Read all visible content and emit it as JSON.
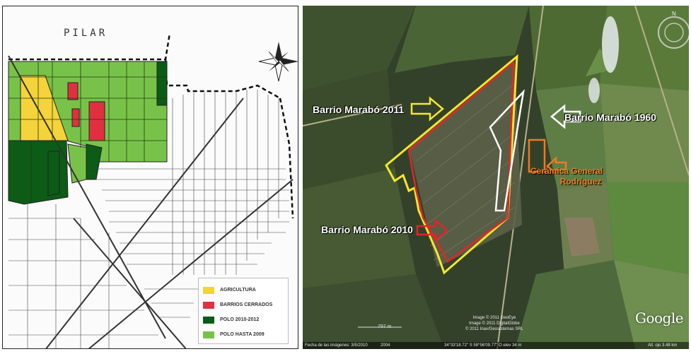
{
  "left_map": {
    "place_label": "PILAR",
    "legend": [
      {
        "label": "AGRICULTURA",
        "color": "#f5d33a"
      },
      {
        "label": "BARRIOS CERRADOS",
        "color": "#e0303f"
      },
      {
        "label": "POLO 2010-2012",
        "color": "#0c5b16"
      },
      {
        "label": "POLO HASTA 2009",
        "color": "#79c24a"
      }
    ],
    "compass_icon": "north-arrow-icon"
  },
  "right_map": {
    "callouts": {
      "marabo_2011": "Barrio Marabó 2011",
      "marabo_1960": "Barrio Marabó 1960",
      "marabo_2010": "Barrio Marabó 2010",
      "ceramica": "Cerámica General",
      "ceramica_2": "Rodríguez"
    },
    "colors": {
      "marabo_2011": "#f4e72d",
      "marabo_2010": "#e0262a",
      "marabo_1960": "#ffffff",
      "ceramica": "#f07a20"
    },
    "credits": [
      "Image © 2011 GeoEye",
      "Image © 2011 DigitalGlobe",
      "© 2011 Inav/Geosistemas SRL"
    ],
    "scale_label": "797 m",
    "logo": "Google",
    "status_bar": {
      "imagery_date": "Fecha de las imágenes: 3/5/2010",
      "year": "2004",
      "coords": "34°33'18.72\" S  58°56'09.77\" O  elev   34 m",
      "alt": "Alt. ojo   3.48 km"
    }
  }
}
